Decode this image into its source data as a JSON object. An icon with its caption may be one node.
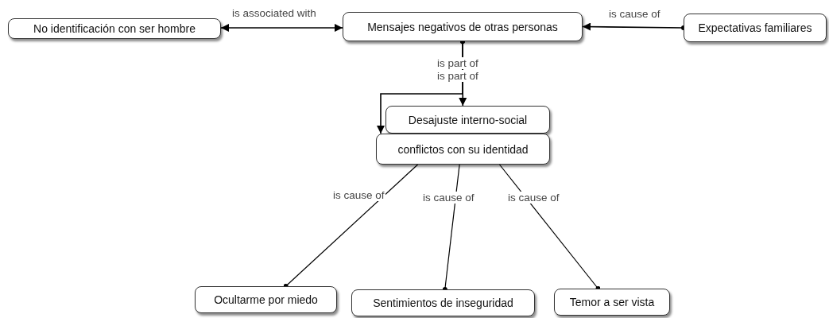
{
  "diagram": {
    "nodes": [
      {
        "text": [
          "No identificación con ser hombre"
        ]
      },
      {
        "text": [
          "Mensajes negativos de otras personas"
        ]
      },
      {
        "text": [
          "Expectativas familiares"
        ]
      },
      {
        "text": [
          "Desajuste interno-social"
        ]
      },
      {
        "text": [
          "conflictos con su identidad"
        ]
      },
      {
        "text": [
          "Ocultarme por miedo"
        ]
      },
      {
        "text": [
          "Sentimientos de inseguridad"
        ]
      },
      {
        "text": [
          "Temor a ser vista"
        ]
      }
    ],
    "edges": [
      {
        "from": 1,
        "to": 0,
        "arrow": "both",
        "label": "is associated with"
      },
      {
        "from": 2,
        "to": 1,
        "arrow": "to",
        "label": "is cause of"
      },
      {
        "from": 1,
        "to": 3,
        "arrow": "to",
        "label": "is part of"
      },
      {
        "from": 1,
        "to": 4,
        "arrow": "to",
        "label": "is part of"
      },
      {
        "from": 4,
        "to": 5,
        "arrow": "other",
        "label": "is cause of"
      },
      {
        "from": 4,
        "to": 6,
        "arrow": "other",
        "label": "is cause of"
      },
      {
        "from": 4,
        "to": 7,
        "arrow": "other",
        "label": "is cause of"
      }
    ]
  }
}
